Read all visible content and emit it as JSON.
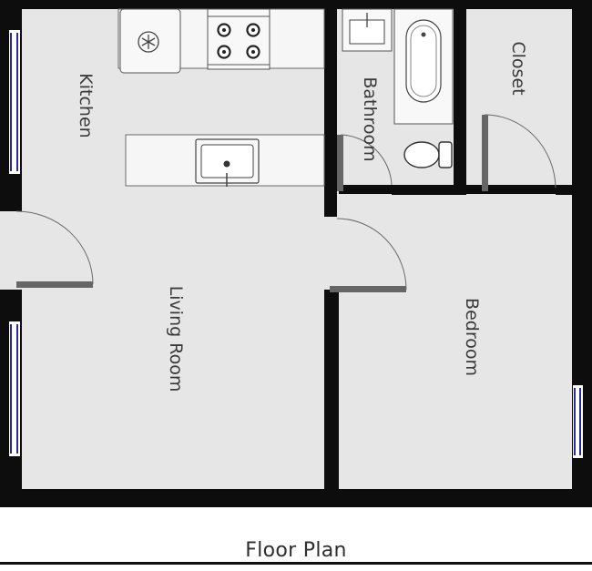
{
  "floor_plan": {
    "caption": "Floor Plan",
    "rooms": [
      {
        "id": "kitchen",
        "label": "Kitchen"
      },
      {
        "id": "bathroom",
        "label": "Bathroom"
      },
      {
        "id": "closet",
        "label": "Closet"
      },
      {
        "id": "living-room",
        "label": "Living Room"
      },
      {
        "id": "bedroom",
        "label": "Bedroom"
      }
    ],
    "colors": {
      "wall": "#0d0d0d",
      "floor": "#e6e6e6",
      "fixture": "#f6f6f6",
      "fixture_outline": "#555555",
      "window": "#2a2a9c",
      "door_leaf": "#666666"
    }
  }
}
